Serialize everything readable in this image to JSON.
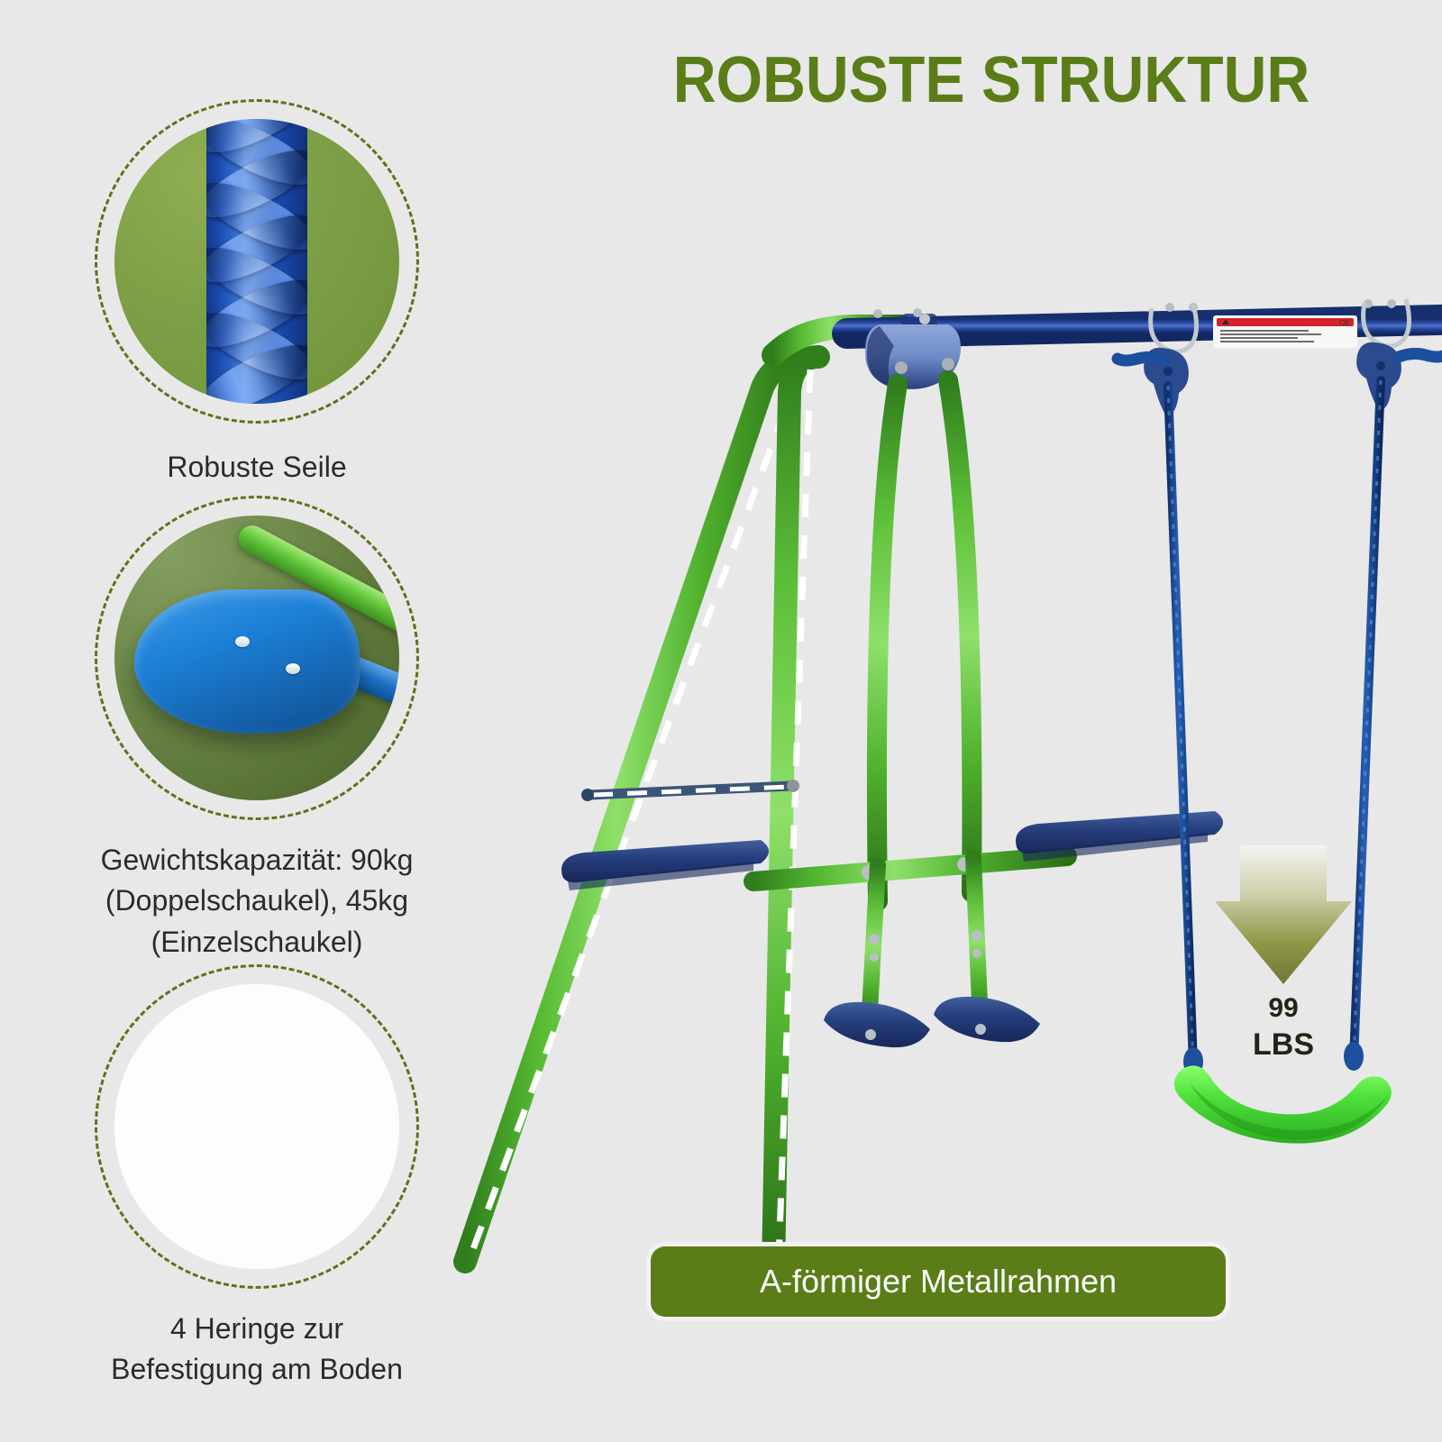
{
  "background_color": "#e8e8e8",
  "accent_green": "#5b7d18",
  "header": {
    "title": "ROBUSTE STRUKTUR"
  },
  "features": [
    {
      "id": "ropes",
      "image_alt": "braided-blue-rope-closeup",
      "caption": "Robuste Seile"
    },
    {
      "id": "weight-capacity",
      "image_alt": "blue-glider-seat-closeup",
      "caption_lines": [
        "Gewichtskapazität: 90kg",
        "(Doppelschaukel), 45kg",
        "(Einzelschaukel)"
      ]
    },
    {
      "id": "ground-stakes",
      "image_alt": "four-metal-ground-stakes",
      "caption_lines": [
        "4 Heringe zur",
        "Befestigung am Boden"
      ]
    }
  ],
  "product": {
    "alt": "metal-a-frame-swing-set-with-glider-and-belt-swing",
    "frame_color_green": "#57b933",
    "frame_color_blue": "#27469a",
    "seat_color_green": "#4ee03a",
    "rope_color": "#1c4f9c",
    "warning_label": {
      "alt": "warning-sticker",
      "header_color": "#d4232a"
    }
  },
  "load_arrow": {
    "value": "99",
    "unit": "LBS"
  },
  "badge": {
    "label": "A-förmiger Metallrahmen"
  }
}
